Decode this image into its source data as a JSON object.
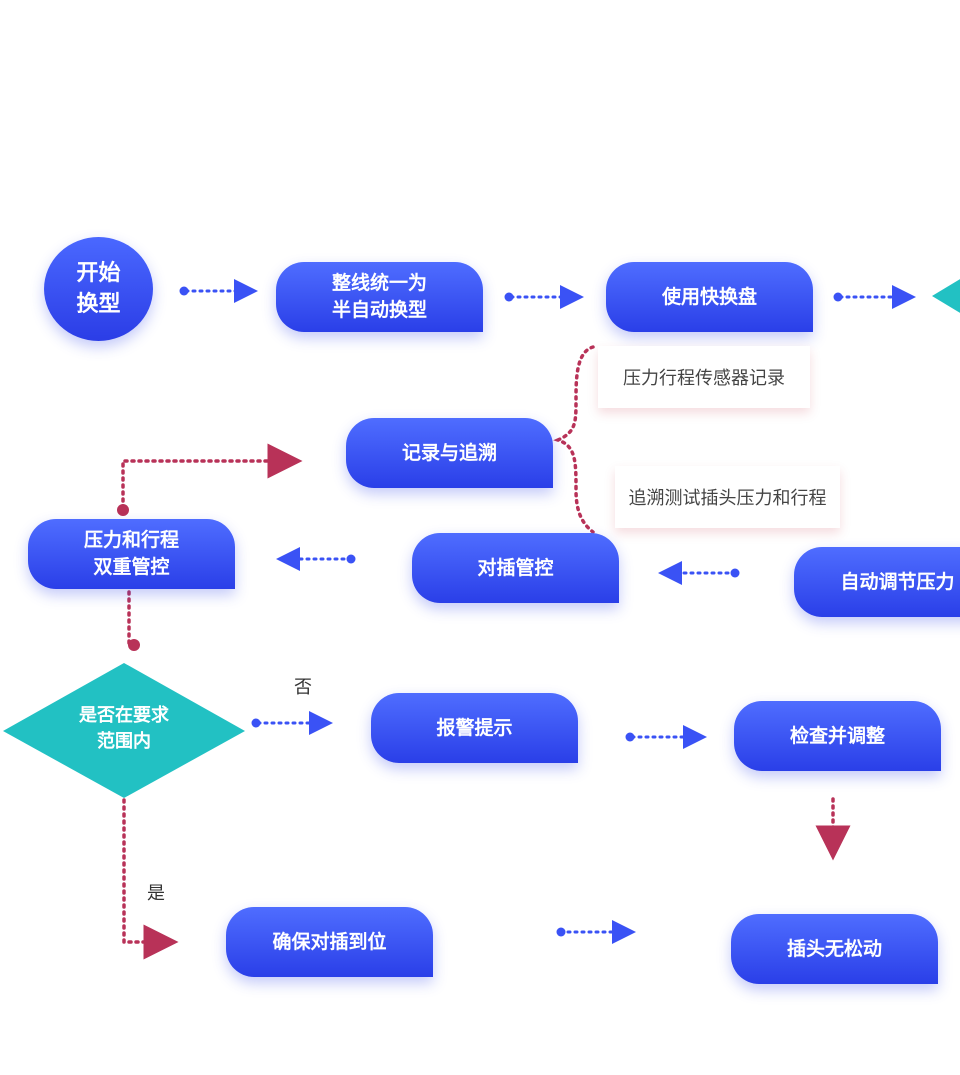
{
  "colors": {
    "node_blue": "#3a52f5",
    "diamond_teal": "#22c1c3",
    "connector_blue": "#3a52f5",
    "connector_red": "#b83258"
  },
  "nodes": {
    "start": "开始\n换型",
    "unify": "整线统一为\n半自动换型",
    "quick_change": "使用快换盘",
    "record_trace": "记录与追溯",
    "dual_control": "压力和行程\n双重管控",
    "insertion_control": "对插管控",
    "auto_adjust": "自动调节压力",
    "in_range": "是否在要求\n范围内",
    "alarm": "报警提示",
    "check_adjust": "检查并调整",
    "ensure_insert": "确保对插到位",
    "plug_secure": "插头无松动"
  },
  "notes": {
    "sensor_record": "压力行程传感器记录",
    "trace_test": "追溯测试插头压力和行程"
  },
  "edge_labels": {
    "no": "否",
    "yes": "是"
  }
}
